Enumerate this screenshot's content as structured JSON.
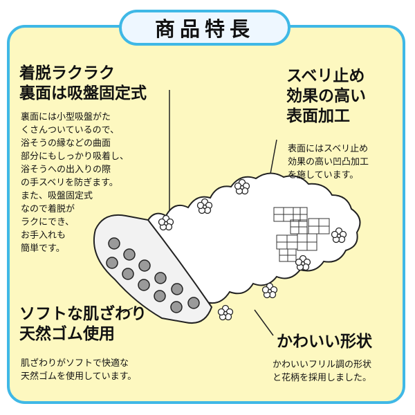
{
  "title": "商品特長",
  "features": [
    {
      "heading": "着脱ラクラク\n裏面は吸盤固定式",
      "body": "裏面には小型吸盤がた\nくさんついているので、\n浴そうの縁などの曲面\n部分にもしっかり吸着し、\n浴そうへの出入りの際\nの手スベリを防ぎます。\nまた、吸盤固定式\nなので着脱が\nラクにでき、\nお手入れも\n簡単です。"
    },
    {
      "heading": "スベリ止め\n効果の高い\n表面加工",
      "body": "表面にはスベリ止め\n効果の高い凹凸加工\nを施しています。"
    },
    {
      "heading": "ソフトな肌ざわり\n天然ゴム使用",
      "body": "肌ざわりがソフトで快適な\n天然ゴムを使用しています。"
    },
    {
      "heading": "かわいい形状",
      "body": "かわいいフリル調の形状\nと花柄を採用しました。"
    }
  ],
  "colors": {
    "frame": "#3fb8e6",
    "panel": "#fdf8c0",
    "mat": "#ffffff",
    "suction_cup": "#9a9a9a"
  },
  "icons": [
    "flower-icon",
    "suction-cup",
    "texture-pattern"
  ]
}
